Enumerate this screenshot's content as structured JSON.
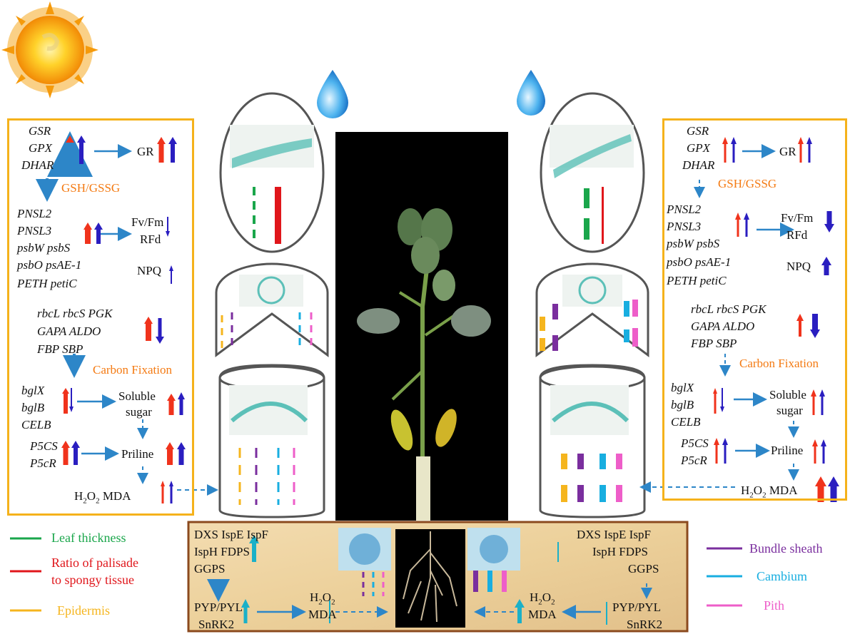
{
  "left_panel": {
    "gsr_genes": [
      "GSR",
      "GPX",
      "DHAR"
    ],
    "gr": "GR",
    "gsh": "GSH/GSSG",
    "ps_genes": [
      "PNSL2",
      "PNSL3",
      "psbW psbS",
      "psbO psAE-1",
      "PETH petiC"
    ],
    "fvfm": "Fv/Fm",
    "rfd": "RFd",
    "npq": "NPQ",
    "cf_genes": [
      "rbcL rbcS PGK",
      "GAPA  ALDO",
      "FBP   SBP"
    ],
    "carbon": "Carbon Fixation",
    "bgl_genes": [
      "bglX",
      "bglB",
      "CELB"
    ],
    "soluble": "Soluble",
    "sugar": "sugar",
    "p5_genes": [
      "P5CS",
      "P5cR"
    ],
    "priline": "Priline",
    "h2o2": "H",
    "h2o2_sub": "2",
    "h2o2_o": "O",
    "h2o2_sub2": "2",
    "mda": "MDA"
  },
  "right_panel": {
    "gsr_genes": [
      "GSR",
      "GPX",
      "DHAR"
    ],
    "gr": "GR",
    "gsh": "GSH/GSSG",
    "ps_genes": [
      "PNSL2",
      "PNSL3",
      "psbW psbS",
      "psbO psAE-1",
      "PETH  petiC"
    ],
    "fvfm": "Fv/Fm",
    "rfd": "RFd",
    "npq": "NPQ",
    "cf_genes": [
      "rbcL rbcS PGK",
      "GAPA  ALDO",
      "FBP   SBP"
    ],
    "carbon": "Carbon Fixation",
    "bgl_genes": [
      "bglX",
      "bglB",
      "CELB"
    ],
    "soluble": "Soluble",
    "sugar": "sugar",
    "p5_genes": [
      "P5CS",
      "P5cR"
    ],
    "priline": "Priline",
    "h2o2": "H",
    "h2o2_sub": "2",
    "h2o2_o": "O",
    "h2o2_sub2": "2",
    "mda": "MDA"
  },
  "root_panel": {
    "left_genes": [
      "DXS  IspE IspF",
      "IspH FDPS",
      "GGPS"
    ],
    "left_pyp": [
      "PYP/PYL",
      "SnRK2"
    ],
    "left_h2o2": "H",
    "left_mda": "MDA",
    "right_genes": [
      "DXS  IspE IspF",
      "IspH FDPS",
      "GGPS"
    ],
    "right_pyp": [
      "PYP/PYL",
      "SnRK2"
    ],
    "right_h2o2": "H",
    "right_mda": "MDA",
    "sub2": "2",
    "o": "O"
  },
  "legend_left": [
    {
      "label": "Leaf thickness",
      "color": "#1aa64b"
    },
    {
      "label": "Ratio of palisade",
      "color": "#e0161b"
    },
    {
      "label": "to spongy tissue",
      "color": "#e0161b"
    },
    {
      "label": "Epidermis",
      "color": "#f5b51e"
    }
  ],
  "legend_right": [
    {
      "label": "Bundle sheath",
      "color": "#7a2e9e"
    },
    {
      "label": "Cambium",
      "color": "#18aee0"
    },
    {
      "label": "Pith",
      "color": "#ee5ec9"
    }
  ],
  "colors": {
    "panel_border": "#f5b21b",
    "up_red": "#f0331c",
    "up_blue": "#2a1ec0",
    "flow_blue": "#2d86c8",
    "teal": "#1ab0c8",
    "gsh_orange": "#f47a12"
  },
  "icons": [
    "sun-icon",
    "water-drop-icon",
    "water-drop-icon",
    "plant-photo",
    "root-photo"
  ]
}
